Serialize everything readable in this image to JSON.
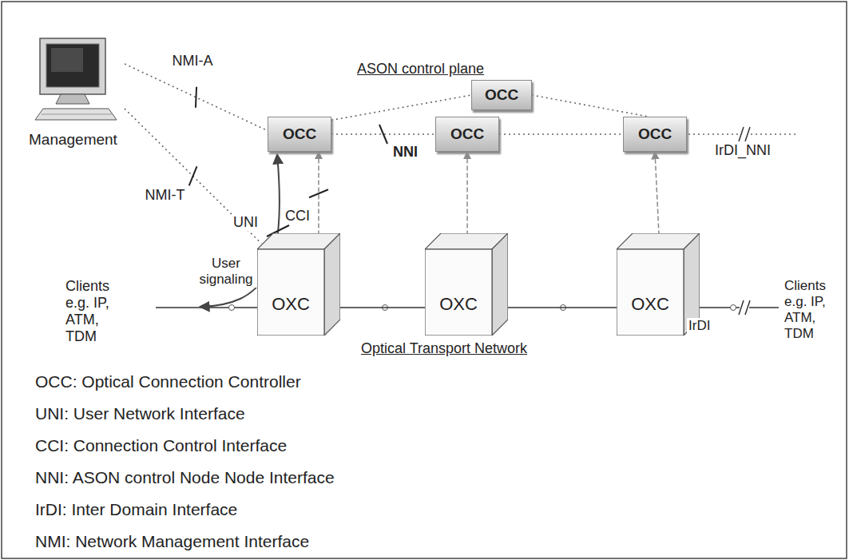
{
  "diagram": {
    "nodes": [
      {
        "text": [
          "Management"
        ]
      },
      {
        "text": [
          "OCC"
        ]
      },
      {
        "text": [
          "OCC"
        ]
      },
      {
        "text": [
          "OCC"
        ]
      },
      {
        "text": [
          "OCC"
        ]
      },
      {
        "text": [
          "OXC"
        ]
      },
      {
        "text": [
          "OXC"
        ]
      },
      {
        "text": [
          "OXC"
        ]
      }
    ],
    "edges": [
      {
        "from": 0,
        "to": 2,
        "arrow": "none",
        "label": "NMI-A"
      },
      {
        "from": 0,
        "to": 5,
        "arrow": "none",
        "label": "NMI-T"
      },
      {
        "from": 2,
        "to": 3,
        "arrow": "none",
        "label": "NNI"
      },
      {
        "from": 3,
        "to": 4,
        "arrow": "none"
      },
      {
        "from": 2,
        "to": 1,
        "arrow": "none"
      },
      {
        "from": 1,
        "to": 4,
        "arrow": "none"
      },
      {
        "from": 5,
        "to": 2,
        "arrow": "to",
        "label": "CCI"
      },
      {
        "from": 6,
        "to": 3,
        "arrow": "to"
      },
      {
        "from": 7,
        "to": 4,
        "arrow": "to"
      },
      {
        "from": 5,
        "to": 6,
        "arrow": "none"
      },
      {
        "from": 6,
        "to": 7,
        "arrow": "none"
      }
    ],
    "labels": [
      "ASON control plane",
      "Optical Transport Network",
      "UNI",
      "User signaling",
      "Clients e.g. IP, ATM, TDM",
      "Clients e.g. IP, ATM, TDM",
      "IrDI_NNI",
      "IrDI",
      "OCC: Optical Connection Controller",
      "UNI: User Network Interface",
      "CCI: Connection Control Interface",
      "NNI: ASON control Node Node Interface",
      "IrDI: Inter Domain Interface",
      "NMI: Network Management Interface"
    ]
  }
}
